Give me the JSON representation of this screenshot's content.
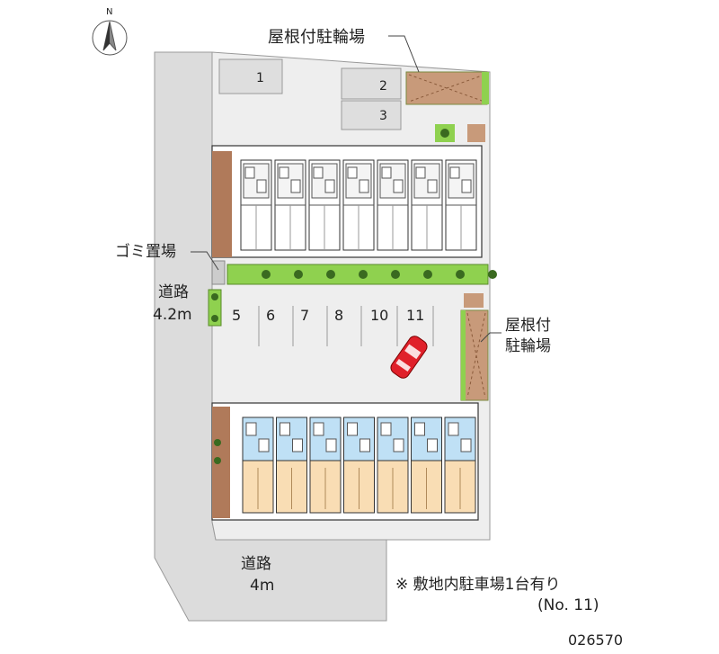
{
  "labels": {
    "bike_top": "屋根付駐輪場",
    "bike_right_1": "屋根付",
    "bike_right_2": "駐輪場",
    "garbage": "ゴミ置場",
    "road_left_1": "道路",
    "road_left_2": "4.2m",
    "road_bottom_1": "道路",
    "road_bottom_2": "4m",
    "note_1": "※ 敷地内駐車場1台有り",
    "note_2": "(No. 11)",
    "code": "026570",
    "compass": "N"
  },
  "parking_top": [
    "1",
    "2",
    "3"
  ],
  "parking_row": [
    "5",
    "6",
    "7",
    "8",
    "10",
    "11"
  ],
  "colors": {
    "road": "#dcdcdc",
    "site": "#eeeeee",
    "green": "#8fd14f",
    "brick": "#b07a5a",
    "unit_blue": "#bfe0f5",
    "unit_orange": "#f9ddb4",
    "car": "#e0202a"
  }
}
